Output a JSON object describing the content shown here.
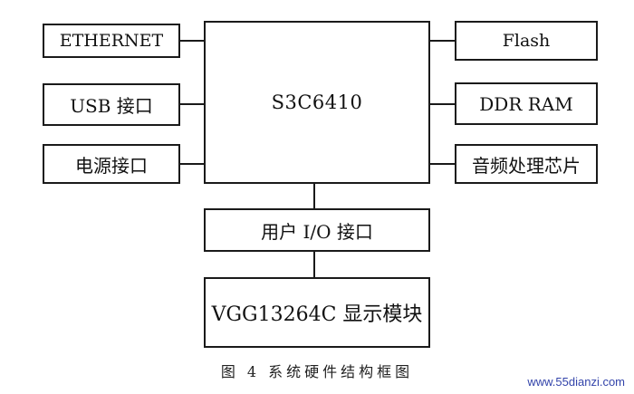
{
  "diagram": {
    "blocks": {
      "ethernet": "ETHERNET",
      "usb": "USB 接口",
      "power": "电源接口",
      "cpu": "S3C6410",
      "flash": "Flash",
      "ddr": "DDR RAM",
      "audio": "音频处理芯片",
      "user_io": "用户 I/O 接口",
      "display": "VGG13264C 显示模块"
    },
    "caption": "图 4 系统硬件结构框图"
  },
  "watermark": "www.55dianzi.com"
}
